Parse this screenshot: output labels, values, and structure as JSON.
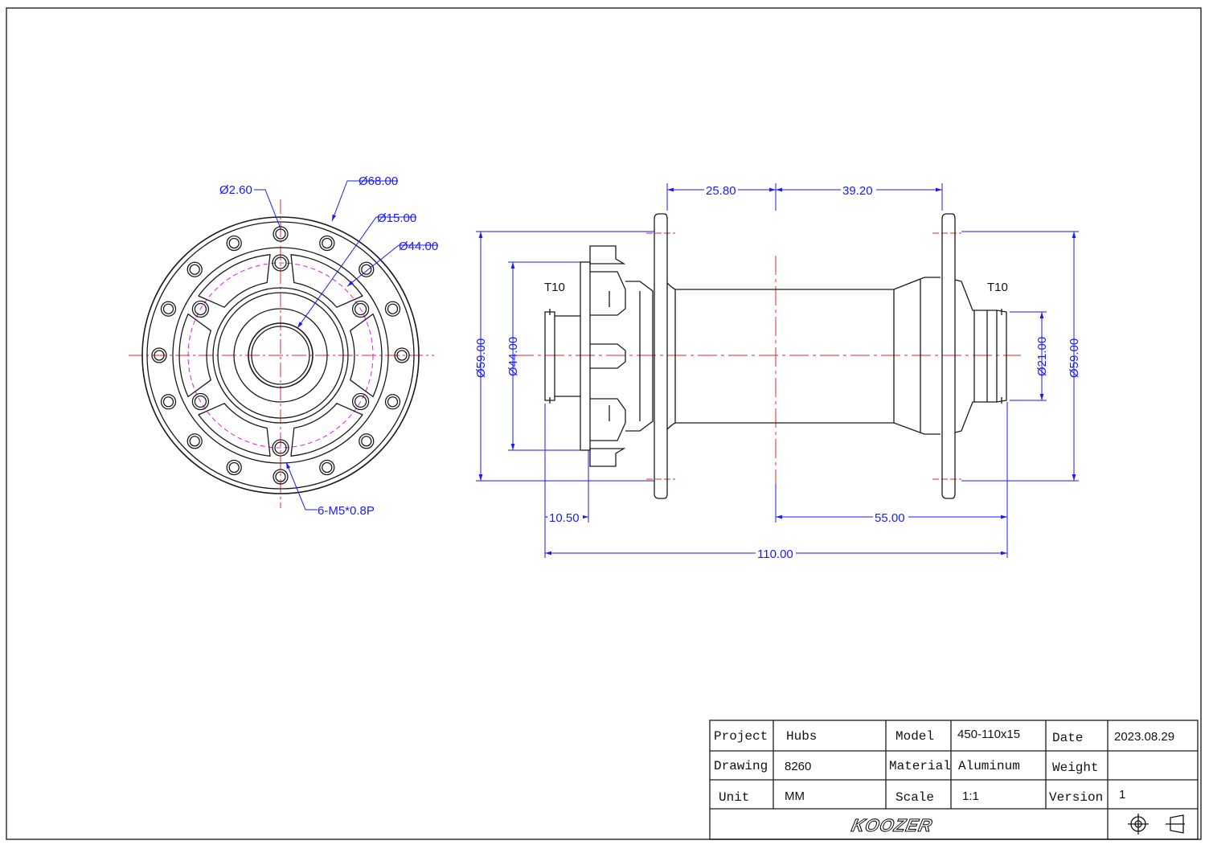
{
  "front_view": {
    "dims": {
      "hole": "Ø2.60",
      "outer": "Ø68.00",
      "bore": "Ø15.00",
      "bolt_circle": "Ø44.00",
      "thread": "6-M5*0.8P"
    }
  },
  "side_view": {
    "labels": {
      "left_end": "T10",
      "right_end": "T10"
    },
    "dims": {
      "flange_left": "25.80",
      "flange_right": "39.20",
      "flange_dia_left": "Ø59.00",
      "disc_dia": "Ø44.00",
      "end_dia": "Ø21.00",
      "flange_dia_right": "Ø59.00",
      "disc_offset": "10.50",
      "half_width": "55.00",
      "total_width": "110.00"
    }
  },
  "title_block": {
    "project_label": "Project",
    "project_value": "Hubs",
    "model_label": "Model",
    "model_value": "450-110x15",
    "date_label": "Date",
    "date_value": "2023.08.29",
    "drawing_label": "Drawing",
    "drawing_value": "8260",
    "material_label": "Material",
    "material_value": "Aluminum",
    "weight_label": "Weight",
    "weight_value": "",
    "unit_label": "Unit",
    "unit_value": "MM",
    "scale_label": "Scale",
    "scale_value": "1:1",
    "version_label": "Version",
    "version_value": "1",
    "brand": "KOOZER"
  },
  "colors": {
    "outline": "#1a1a1a",
    "dimension": "#1a1aff",
    "center_line": "#e8242b",
    "pitch_circle": "#e020e0"
  },
  "icons": [
    "first-angle-projection-icon"
  ]
}
